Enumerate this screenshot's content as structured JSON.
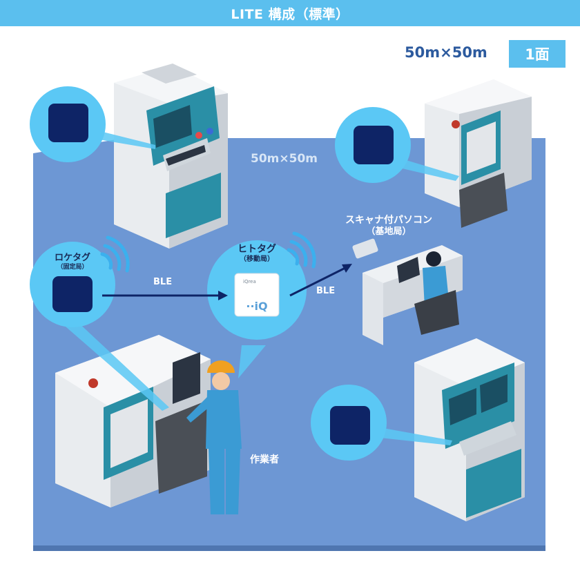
{
  "header": {
    "title": "LITE 構成（標準）"
  },
  "area": {
    "size": "50m×50m",
    "floors": "1面",
    "floor_label": "50m×50m"
  },
  "nodes": {
    "fixed_tag": {
      "name": "ロケタグ",
      "sub": "（固定局）"
    },
    "mobile_tag": {
      "name": "ヒトタグ",
      "sub": "（移動局）",
      "brand": "iQrea",
      "mark": "··iQ"
    },
    "base": {
      "name": "スキャナ付パソコン",
      "sub": "（基地局）"
    },
    "worker": {
      "name": "作業者"
    }
  },
  "links": {
    "ble1": "BLE",
    "ble2": "BLE"
  },
  "colors": {
    "floor": "#6d97d4",
    "accent": "#5bbfee",
    "tag": "#0e2466",
    "machine_teal": "#2a8fa6",
    "text_dark": "#1a2a55"
  }
}
